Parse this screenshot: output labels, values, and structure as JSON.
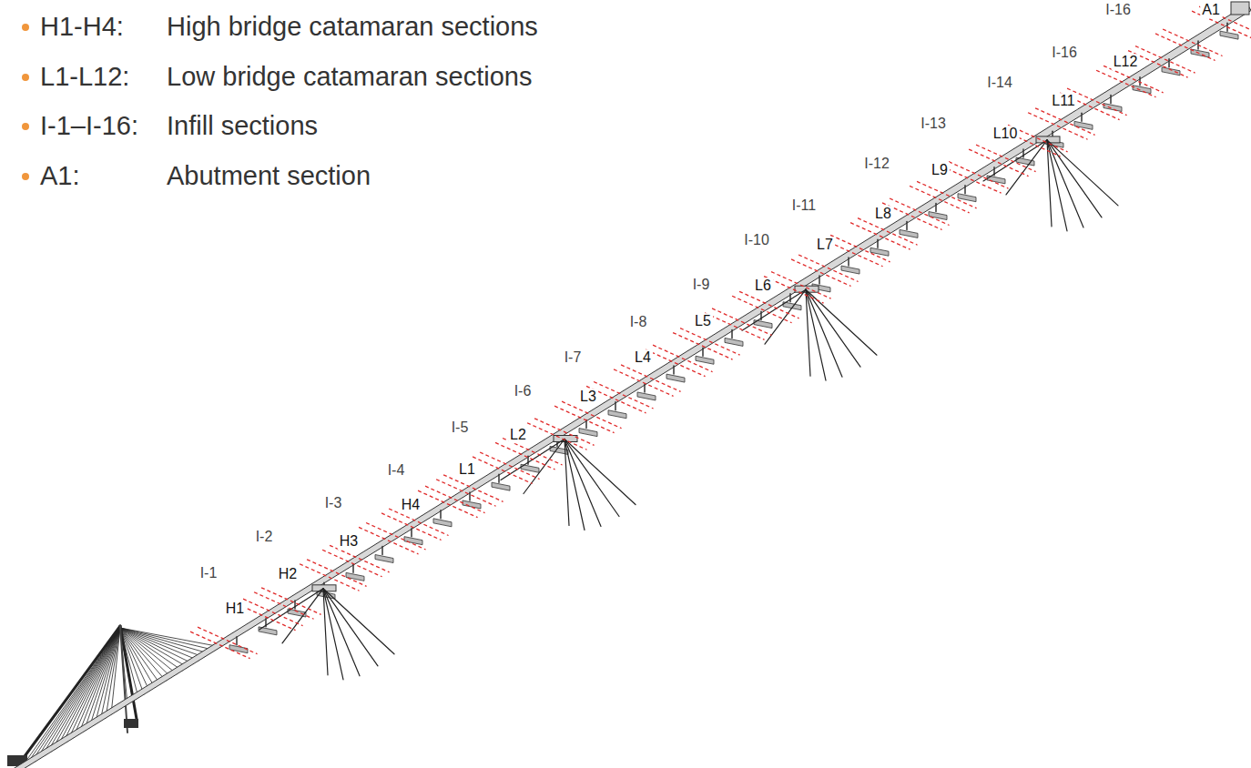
{
  "diagram": {
    "labels": [
      "H1-H4:",
      "High bridge catamaran sections",
      "L1-L12:",
      "Low bridge catamaran sections",
      "I-1–I-16:",
      "Infill sections",
      "A1:",
      "Abutment section",
      "I-1",
      "H1",
      "I-2",
      "H2",
      "I-3",
      "H3",
      "I-4",
      "H4",
      "I-5",
      "L1",
      "I-6",
      "L2",
      "I-7",
      "L3",
      "I-8",
      "L4",
      "I-9",
      "L5",
      "I-10",
      "L6",
      "I-11",
      "L7",
      "I-12",
      "L8",
      "I-13",
      "L9",
      "I-14",
      "L10",
      "I-16",
      "L11",
      "I-16",
      "L12",
      "A1"
    ]
  }
}
